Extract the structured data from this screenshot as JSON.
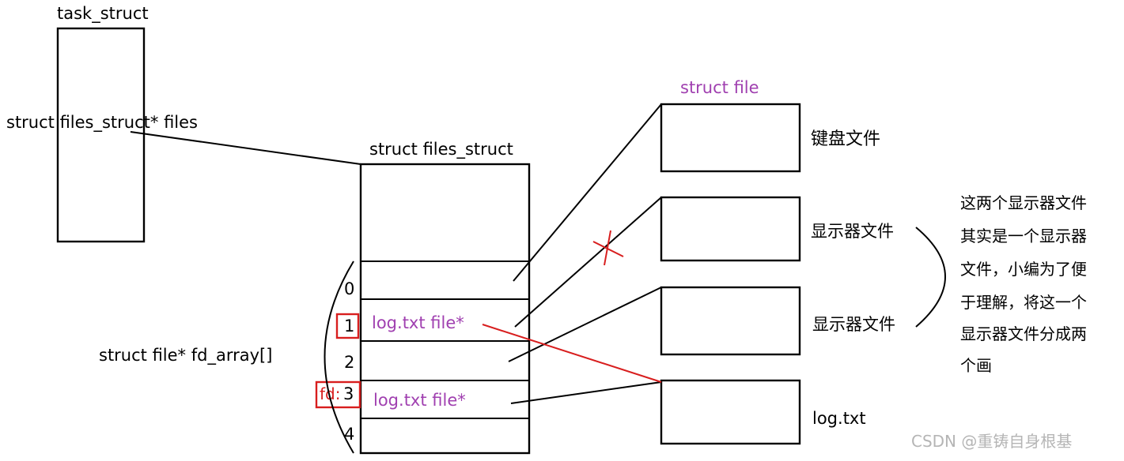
{
  "task_struct": {
    "title": "task_struct",
    "files_field": "struct files_struct* files"
  },
  "files_struct": {
    "title": "struct files_struct",
    "fd_array_label": "struct file* fd_array[]",
    "indices": [
      "0",
      "1",
      "2",
      "3",
      "4"
    ],
    "fd_prefix": "fd:",
    "slots": [
      {
        "index": "0",
        "text": ""
      },
      {
        "index": "1",
        "text": "log.txt file*"
      },
      {
        "index": "2",
        "text": ""
      },
      {
        "index": "3",
        "text": "log.txt file*"
      },
      {
        "index": "4",
        "text": ""
      }
    ]
  },
  "struct_file": {
    "title": "struct file",
    "files": [
      "键盘文件",
      "显示器文件",
      "显示器文件",
      "log.txt"
    ]
  },
  "note": {
    "lines": [
      "这两个显示器文件",
      "其实是一个显示器",
      "文件，小编为了便",
      "于理解，将这一个",
      "显示器文件分成两",
      "个画"
    ]
  },
  "watermark": "CSDN @重铸自身根基",
  "colors": {
    "accent_purple": "#a040b0",
    "highlight_red": "#d81e1e",
    "line_black": "#000000"
  }
}
